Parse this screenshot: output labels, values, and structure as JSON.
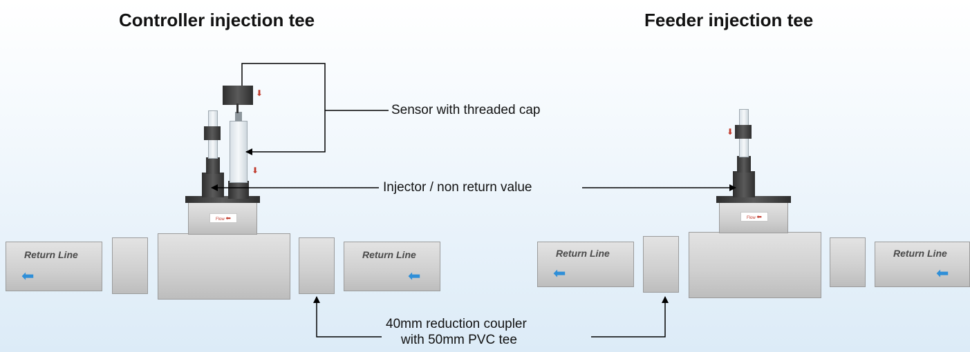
{
  "titles": {
    "controller": "Controller injection tee",
    "feeder": "Feeder injection tee"
  },
  "callouts": {
    "sensor": "Sensor with threaded cap",
    "injector": "Injector / non return value",
    "coupler_line1": "40mm reduction coupler",
    "coupler_line2": "with 50mm PVC tee"
  },
  "pipe_labels": {
    "return_line": "Return Line",
    "flow": "Flow"
  },
  "icons": {
    "left_arrow": "blue-left-arrow-icon",
    "down_arrow": "red-down-arrow-icon"
  },
  "colors": {
    "return_arrow": "#2f8fd8",
    "flow_marker": "#c0392b",
    "pipe_grey": "#cfcfcf"
  }
}
